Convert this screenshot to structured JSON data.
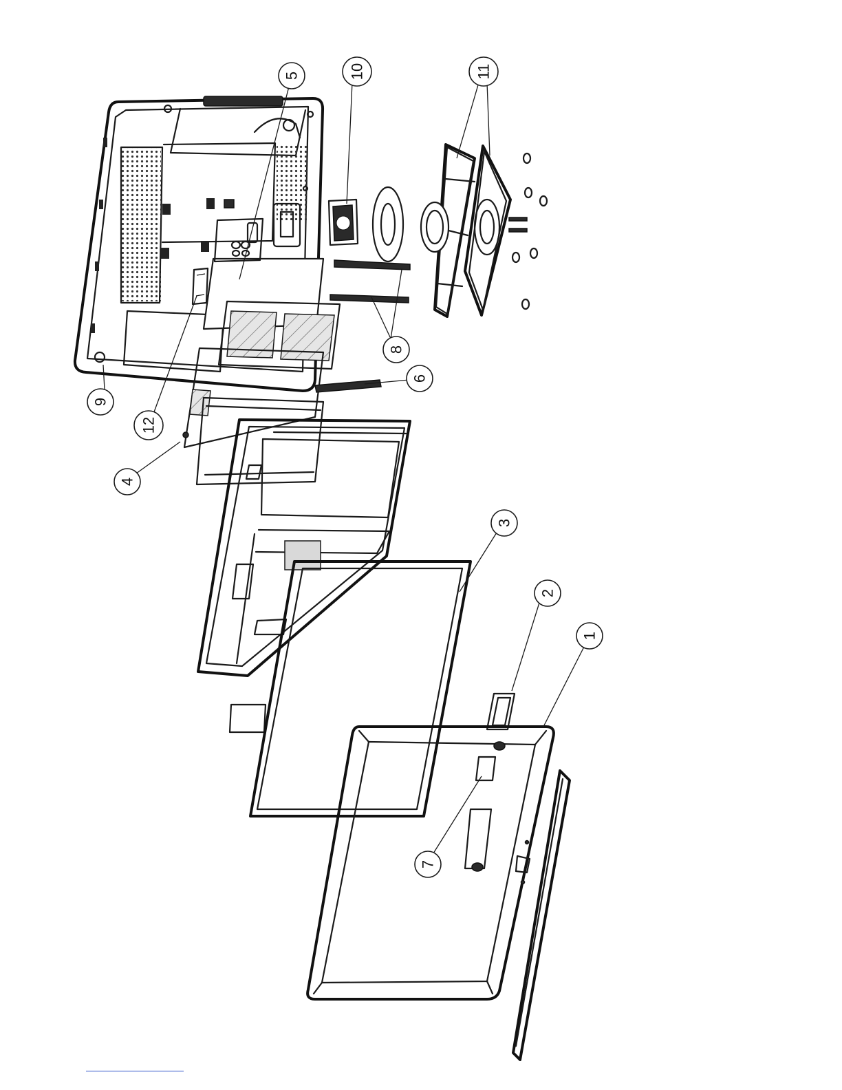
{
  "diagram": {
    "callouts": [
      {
        "id": "c1",
        "label": "1"
      },
      {
        "id": "c2",
        "label": "2"
      },
      {
        "id": "c3",
        "label": "3"
      },
      {
        "id": "c4",
        "label": "4"
      },
      {
        "id": "c5",
        "label": "5"
      },
      {
        "id": "c6",
        "label": "6"
      },
      {
        "id": "c7",
        "label": "7"
      },
      {
        "id": "c8",
        "label": "8"
      },
      {
        "id": "c9",
        "label": "9"
      },
      {
        "id": "c10",
        "label": "10"
      },
      {
        "id": "c11",
        "label": "11"
      },
      {
        "id": "c12",
        "label": "12"
      }
    ]
  },
  "colors": {
    "line": "#1a1a1a",
    "footer_rule": "#2b50c8",
    "background": "#ffffff"
  }
}
